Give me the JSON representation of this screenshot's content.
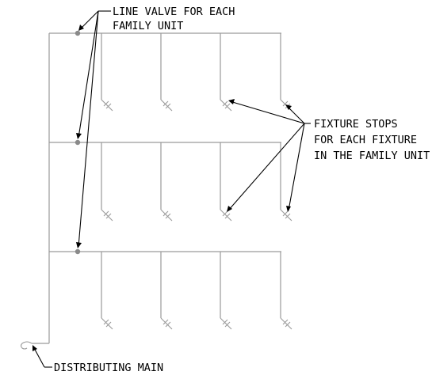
{
  "labels": {
    "line_valve": [
      "LINE VALVE FOR EACH",
      "FAMILY UNIT"
    ],
    "fixture_stops": [
      "FIXTURE STOPS",
      "FOR EACH FIXTURE",
      "IN THE FAMILY UNIT"
    ],
    "distributing_main": "DISTRIBUTING MAIN"
  },
  "colors": {
    "pipe": "#9a9a9a",
    "leader": "#000000",
    "text": "#000000"
  }
}
